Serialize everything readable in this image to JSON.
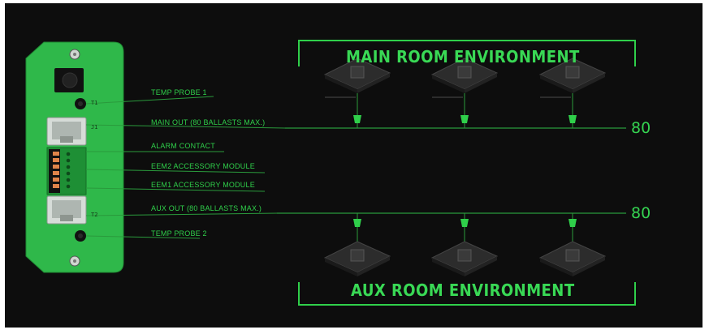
{
  "device": {
    "labels": {
      "temp_probe_1": "TEMP PROBE 1",
      "main_out": "MAIN OUT (80 BALLASTS MAX.)",
      "alarm_contact": "ALARM CONTACT",
      "eem2": "EEM2 ACCESSORY MODULE",
      "eem1": "EEM1 ACCESSORY MODULE",
      "aux_out": "AUX OUT (80 BALLASTS MAX.)",
      "temp_probe_2": "TEMP PROBE 2"
    },
    "port_marks": {
      "t1": "T1",
      "j1": "J1",
      "t2": "T2"
    }
  },
  "main_room": {
    "title": "MAIN ROOM ENVIRONMENT",
    "ballast_count": "80"
  },
  "aux_room": {
    "title": "AUX ROOM ENVIRONMENT",
    "ballast_count": "80"
  },
  "colors": {
    "background": "#0d0d0d",
    "controller_green": "#2fb84a",
    "accent_green": "#2fcf4a",
    "wire": "#2a9a3c"
  }
}
